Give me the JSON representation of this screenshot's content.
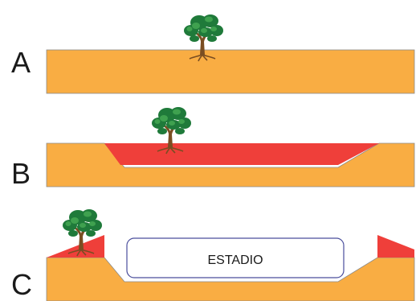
{
  "panels": [
    {
      "label": "A"
    },
    {
      "label": "B"
    },
    {
      "label": "C",
      "stadium_label": "ESTADIO"
    }
  ],
  "colors": {
    "ground": "#f9ad43",
    "ground_edge": "#8a8a8a",
    "fill_red": "#ef3f3a",
    "stadium_border": "#4a4e9c",
    "stadium_fill": "#ffffff",
    "tree_trunk": "#7a4e22",
    "tree_leaves_dark": "#1f7a3a",
    "tree_leaves_light": "#3fa14f"
  },
  "icons": {
    "tree": "tree-icon"
  }
}
